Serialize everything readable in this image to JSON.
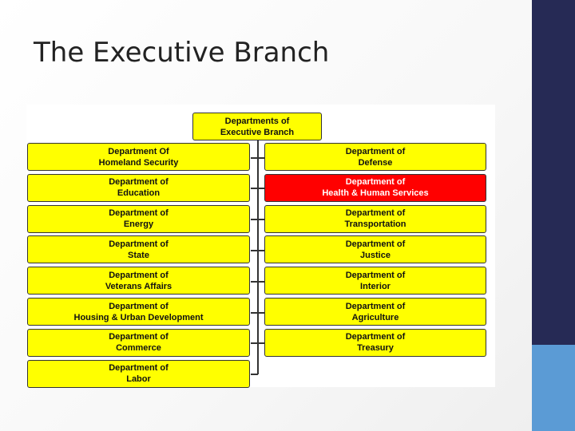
{
  "slide": {
    "title": "The Executive Branch"
  },
  "org_chart": {
    "root": {
      "line1": "Departments of",
      "line2": "Executive Branch"
    },
    "left_column": [
      {
        "line1": "Department Of",
        "line2": "Homeland Security"
      },
      {
        "line1": "Department of",
        "line2": "Education"
      },
      {
        "line1": "Department of",
        "line2": "Energy"
      },
      {
        "line1": "Department of",
        "line2": "State"
      },
      {
        "line1": "Department of",
        "line2": "Veterans Affairs"
      },
      {
        "line1": "Department of",
        "line2": "Housing & Urban Development"
      },
      {
        "line1": "Department of",
        "line2": "Commerce"
      },
      {
        "line1": "Department of",
        "line2": "Labor"
      }
    ],
    "right_column": [
      {
        "line1": "Department of",
        "line2": "Defense"
      },
      {
        "line1": "Department of",
        "line2": "Health & Human Services",
        "highlighted": true
      },
      {
        "line1": "Department of",
        "line2": "Transportation"
      },
      {
        "line1": "Department of",
        "line2": "Justice"
      },
      {
        "line1": "Department of",
        "line2": "Interior"
      },
      {
        "line1": "Department of",
        "line2": "Agriculture"
      },
      {
        "line1": "Department of",
        "line2": "Treasury"
      }
    ],
    "colors": {
      "box": "#ffff00",
      "highlight": "#ff0000",
      "navy": "#262a55",
      "accent": "#5b9bd5"
    }
  }
}
